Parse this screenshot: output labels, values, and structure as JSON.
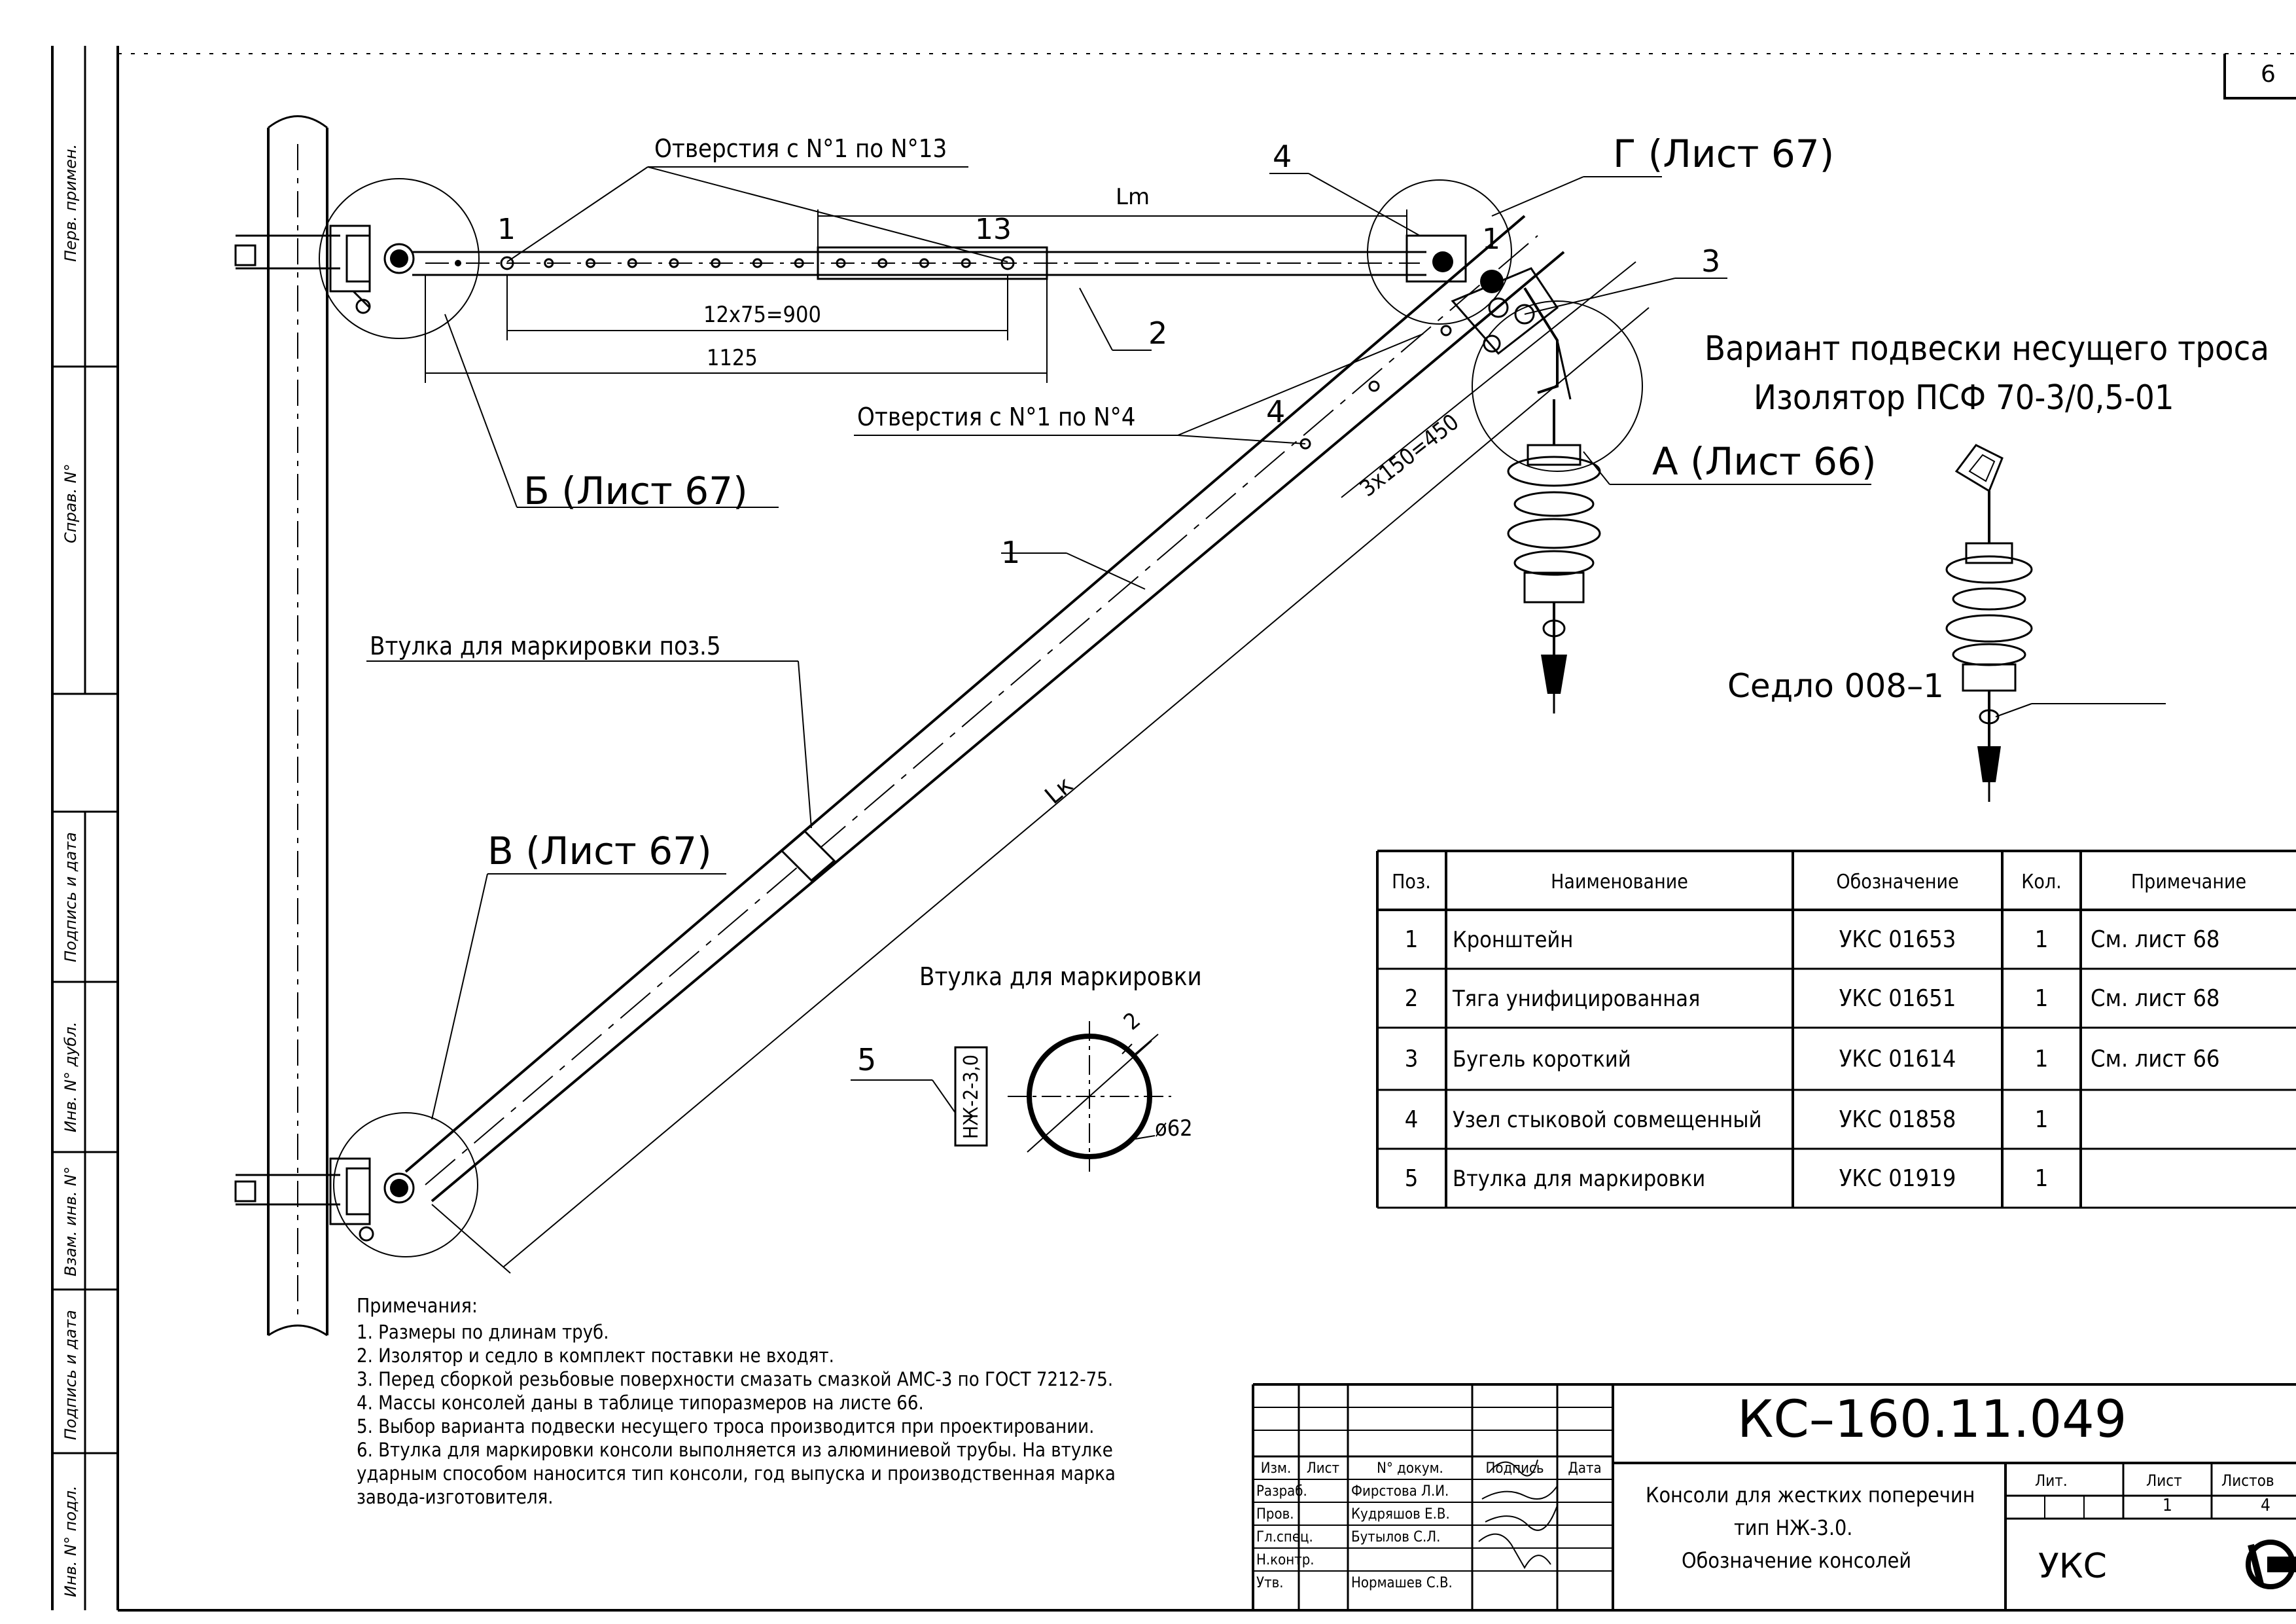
{
  "page_number": "6",
  "side_stamp": {
    "upper": [
      "Перв. примен.",
      "Справ. N°"
    ],
    "lower": [
      "Подпись и дата",
      "Инв. N° дубл.",
      "Взам. инв. N°",
      "Подпись и дата",
      "Инв. N° подл."
    ]
  },
  "callouts": {
    "holes_1_13": "Отверстия с N°1 по N°13",
    "holes_1_4": "Отверстия с N°1 по N°4",
    "g_list": "Г (Лист 67)",
    "b_list": "Б (Лист 67)",
    "a_list": "А (Лист 66)",
    "v_list": "В (Лист 67)",
    "marking_sleeve": "Втулка для маркировки поз.5",
    "saddle": "Седло 008–1",
    "variant_line1": "Вариант подвески несущего тросa",
    "variant_line2": "Изолятор ПСФ 70-3/0,5-01"
  },
  "dimensions": {
    "lm": "Lm",
    "lk": "Lк",
    "d900": "12x75=900",
    "d1125": "1125",
    "d450": "3x150=450",
    "d62": "ø62",
    "wall": "2"
  },
  "position_labels": {
    "p1a": "1",
    "p13": "13",
    "p1b": "1",
    "p2": "2",
    "p3": "3",
    "p4a": "4",
    "p4b": "4",
    "p1c": "1",
    "p5": "5"
  },
  "sleeve_detail": {
    "title": "Втулка для маркировки",
    "stamp": "НЖ-2-3,0"
  },
  "spec_table": {
    "headers": [
      "Поз.",
      "Наименование",
      "Обозначение",
      "Кол.",
      "Примечание"
    ],
    "rows": [
      [
        "1",
        "Кронштейн",
        "УКС 01653",
        "1",
        "См. лист 68"
      ],
      [
        "2",
        "Тяга унифицированная",
        "УКС 01651",
        "1",
        "См. лист 68"
      ],
      [
        "3",
        "Бугель короткий",
        "УКС 01614",
        "1",
        "См. лист 66"
      ],
      [
        "4",
        "Узел стыковой совмещенный",
        "УКС 01858",
        "1",
        ""
      ],
      [
        "5",
        "Втулка для маркировки",
        "УКС 01919",
        "1",
        ""
      ]
    ]
  },
  "notes": {
    "title": "Примечания:",
    "lines": [
      "1. Размеры по длинам труб.",
      "2. Изолятор и седло в комплект поставки не входят.",
      "3. Перед сборкой резьбовые поверхности смазать смазкой АМС-3 по ГОСТ 7212-75.",
      "4. Массы консолей даны в таблице типоразмеров на листе 66.",
      "5. Выбор варианта подвески несущего троса производится при проектировании.",
      "6. Втулка для маркировки консоли выполняется из алюминиевой трубы. На втулке",
      "ударным способом наносится тип консоли, год выпуска и производственная марка",
      "завода-изготовителя."
    ]
  },
  "title_block": {
    "doc_code": "КС–160.11.049",
    "title_lines": [
      "Консоли для жестких поперечин",
      "тип НЖ-3.0.",
      "Обозначение консолей"
    ],
    "header_cols": [
      "Изм.",
      "Лист",
      "N° докум.",
      "Подпись",
      "Дата"
    ],
    "roles": [
      {
        "role": "Разраб.",
        "name": "Фирстова Л.И."
      },
      {
        "role": "Пров.",
        "name": "Кудряшов Е.В."
      },
      {
        "role": "Гл.спец.",
        "name": "Бутылов С.Л."
      },
      {
        "role": "Н.контр.",
        "name": ""
      },
      {
        "role": "Утв.",
        "name": "Нормашев С.В."
      }
    ],
    "lit_label": "Лит.",
    "sheet_label": "Лист",
    "sheets_label": "Листов",
    "sheet_value": "1",
    "sheets_value": "4",
    "org": "УКС"
  }
}
